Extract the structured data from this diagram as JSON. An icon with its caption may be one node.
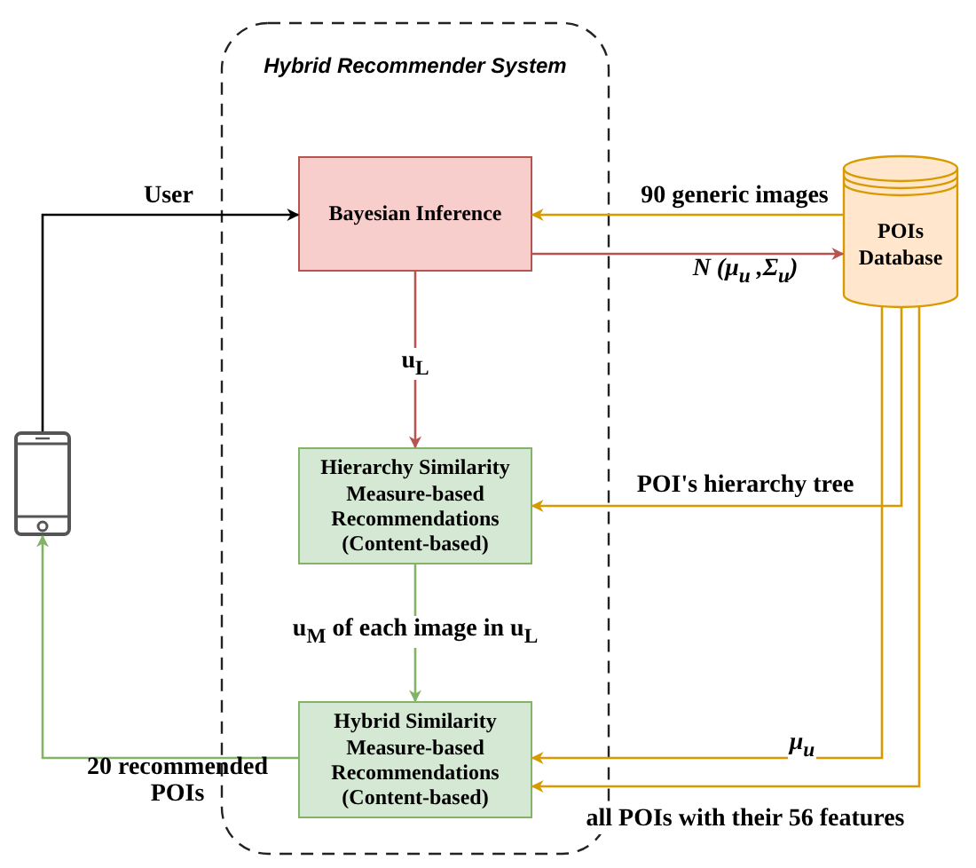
{
  "diagram": {
    "nodes": [
      {
        "text": [
          "Hybrid Recommender System"
        ]
      },
      {
        "text": [
          "Bayesian Inference"
        ],
        "in": 0
      },
      {
        "text": [
          "Hierarchy Similarity Measure-based Recommendations (Content-based)"
        ],
        "in": 0
      },
      {
        "text": [
          "Hybrid Similarity Measure-based Recommendations (Content-based)"
        ],
        "in": 0
      },
      {
        "text": [
          "POIs Database"
        ]
      },
      {
        "text": [],
        "shape": "picture"
      }
    ],
    "edges": [
      {
        "from": 5,
        "to": 1,
        "arrow": "to",
        "label": "User",
        "color": "#000000"
      },
      {
        "from": 4,
        "to": 1,
        "arrow": "to",
        "label": "90 generic images"
      },
      {
        "from": 1,
        "to": 4,
        "arrow": "to",
        "label": "N (μ$_{u}$ ,Σ$_{u}$)",
        "color": "#b85450"
      },
      {
        "from": 1,
        "to": 2,
        "arrow": "to",
        "label": "u$_{L}$",
        "color": "#b85450"
      },
      {
        "from": 4,
        "to": 2,
        "arrow": "to",
        "label": "POI's hierarchy tree"
      },
      {
        "from": 2,
        "to": 3,
        "arrow": "to",
        "label": "u$_{M}$ of each image in u$_{L}$",
        "color": "#82b366"
      },
      {
        "from": 4,
        "to": 3,
        "arrow": "to",
        "label": "μ$_{u}$"
      },
      {
        "from": 4,
        "to": 3,
        "arrow": "to",
        "label": "all POIs with their 56 features"
      },
      {
        "from": 3,
        "to": 5,
        "arrow": "to",
        "label": "20 recommended POIs",
        "color": "#82b366"
      }
    ]
  }
}
